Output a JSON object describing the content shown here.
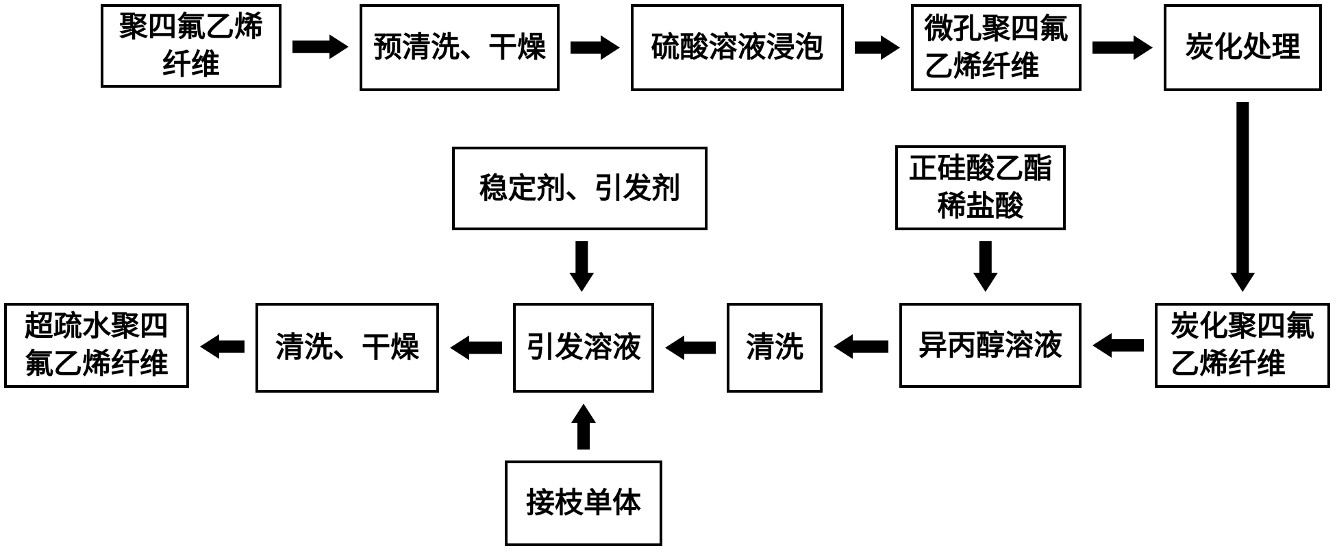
{
  "colors": {
    "ink": "#000000",
    "paper": "#ffffff"
  },
  "diagram": {
    "nodes": [
      {
        "lines": [
          "聚四氟乙烯",
          "纤维"
        ]
      },
      {
        "lines": [
          "预清洗、干燥"
        ]
      },
      {
        "lines": [
          "硫酸溶液浸泡"
        ]
      },
      {
        "lines": [
          "微孔聚四氟",
          "乙烯纤维"
        ]
      },
      {
        "lines": [
          "炭化处理"
        ]
      },
      {
        "lines": [
          "稳定剂、引发剂"
        ]
      },
      {
        "lines": [
          "正硅酸乙酯",
          "稀盐酸"
        ]
      },
      {
        "lines": [
          "超疏水聚四",
          "氟乙烯纤维"
        ]
      },
      {
        "lines": [
          "清洗、干燥"
        ]
      },
      {
        "lines": [
          "引发溶液"
        ]
      },
      {
        "lines": [
          "清洗"
        ]
      },
      {
        "lines": [
          "异丙醇溶液"
        ]
      },
      {
        "lines": [
          "炭化聚四氟",
          "乙烯纤维"
        ]
      },
      {
        "lines": [
          "接枝单体"
        ]
      }
    ],
    "edges": [
      [
        0,
        1
      ],
      [
        1,
        2
      ],
      [
        2,
        3
      ],
      [
        3,
        4
      ],
      [
        4,
        12
      ],
      [
        12,
        11
      ],
      [
        6,
        11
      ],
      [
        11,
        10
      ],
      [
        10,
        9
      ],
      [
        5,
        9
      ],
      [
        13,
        9
      ],
      [
        9,
        8
      ],
      [
        8,
        7
      ]
    ]
  }
}
